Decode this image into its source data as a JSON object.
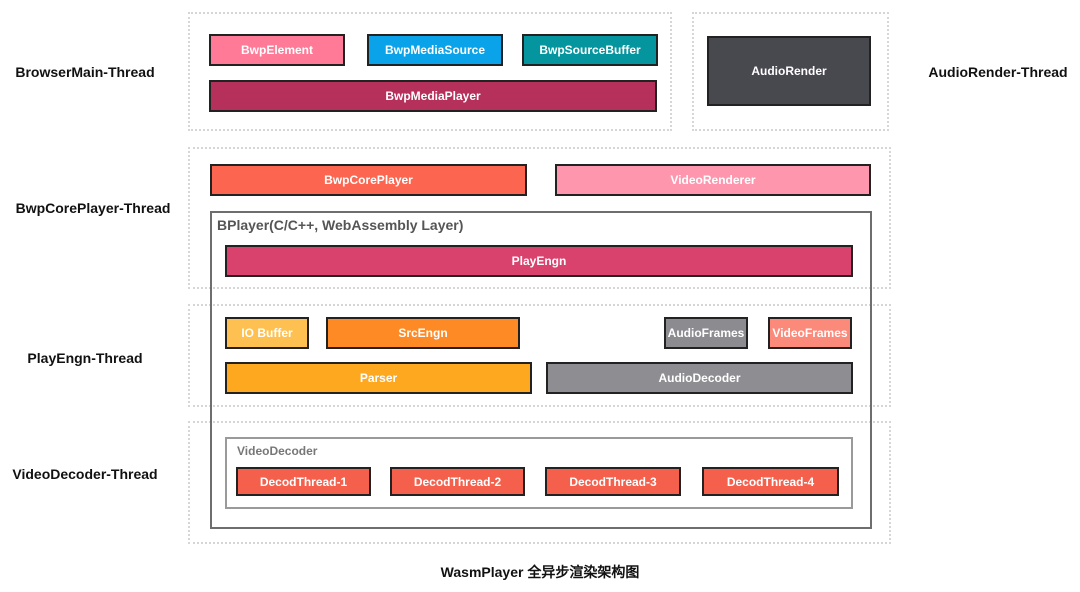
{
  "threads": {
    "browser_main": "BrowserMain-Thread",
    "audio_render": "AudioRender-Thread",
    "core_player": "BwpCorePlayer-Thread",
    "play_engn": "PlayEngn-Thread",
    "video_decoder": "VideoDecoder-Thread"
  },
  "boxes": {
    "bwp_element": "BwpElement",
    "bwp_media_source": "BwpMediaSource",
    "bwp_source_buffer": "BwpSourceBuffer",
    "bwp_media_player": "BwpMediaPlayer",
    "audio_render": "AudioRender",
    "bwp_core_player": "BwpCorePlayer",
    "video_renderer": "VideoRenderer",
    "play_engn": "PlayEngn",
    "io_buffer": "IO Buffer",
    "src_engn": "SrcEngn",
    "audio_frames": "AudioFrames",
    "video_frames": "VideoFrames",
    "parser": "Parser",
    "audio_decoder": "AudioDecoder",
    "decod_threads": [
      "DecodThread-1",
      "DecodThread-2",
      "DecodThread-3",
      "DecodThread-4"
    ]
  },
  "groups": {
    "bplayer": "BPlayer(C/C++, WebAssembly Layer)",
    "video_decoder": "VideoDecoder"
  },
  "caption": "WasmPlayer 全异步渲染架构图",
  "colors": {
    "bwp_element": "#fe7a96",
    "bwp_media_source": "#0aa3e9",
    "bwp_source_buffer": "#04959e",
    "bwp_media_player": "#b5305a",
    "audio_render": "#48484f",
    "bwp_core_player": "#fc6650",
    "video_renderer": "#fe97ae",
    "play_engn": "#d9426c",
    "io_buffer": "#fec050",
    "src_engn": "#fe8a25",
    "audio_frames": "#8b8b90",
    "video_frames": "#fc8a7a",
    "parser": "#fea820",
    "audio_decoder": "#8e8e92",
    "decod_thread": "#f5604d"
  }
}
